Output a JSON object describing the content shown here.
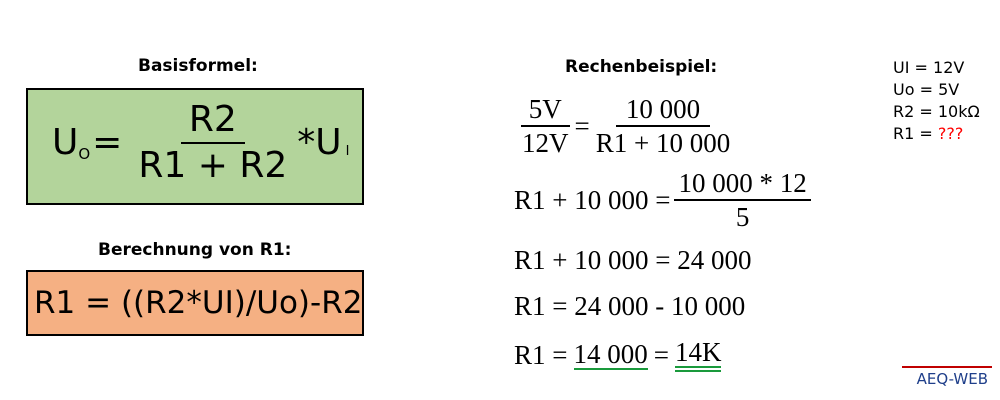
{
  "colors": {
    "basis_box": "#b3d49b",
    "calc_box": "#f5b083",
    "underline": "#1a9a3c",
    "unknown": "#ff0000",
    "brand_line": "#c00000",
    "brand_text": "#1f3f8a"
  },
  "left": {
    "basis_heading": "Basisformel:",
    "basis_formula": {
      "lhs_var": "U",
      "lhs_sub": "O",
      "equals": "=",
      "numerator": "R2",
      "denominator": "R1 + R2",
      "times": "*",
      "rhs_var": "U",
      "rhs_sub": "I"
    },
    "calc_heading": "Berechnung von R1:",
    "calc_formula": "R1 = ((R2*UI)/Uo)-R2"
  },
  "example": {
    "heading": "Rechenbeispiel:",
    "line1": {
      "lnum": "5V",
      "lden": "12V",
      "eq": "=",
      "rnum": "10 000",
      "rden": "R1 + 10 000"
    },
    "line2": {
      "lhs": "R1 + 10 000 =",
      "num": "10 000 * 12",
      "den": "5"
    },
    "line3": "R1 + 10 000 = 24 000",
    "line4": "R1 = 24 000 - 10 000",
    "line5": {
      "lhs": "R1 =",
      "value": "14 000",
      "eq": "=",
      "result": "14K"
    }
  },
  "given": [
    {
      "label": "UI",
      "eq": " = 12V"
    },
    {
      "label": "Uo",
      "eq": " = 5V"
    },
    {
      "label": "R2",
      "eq": " = 10kΩ"
    },
    {
      "label": "R1",
      "eq": " = ",
      "unknown": "???"
    }
  ],
  "brand": "AEQ-WEB"
}
